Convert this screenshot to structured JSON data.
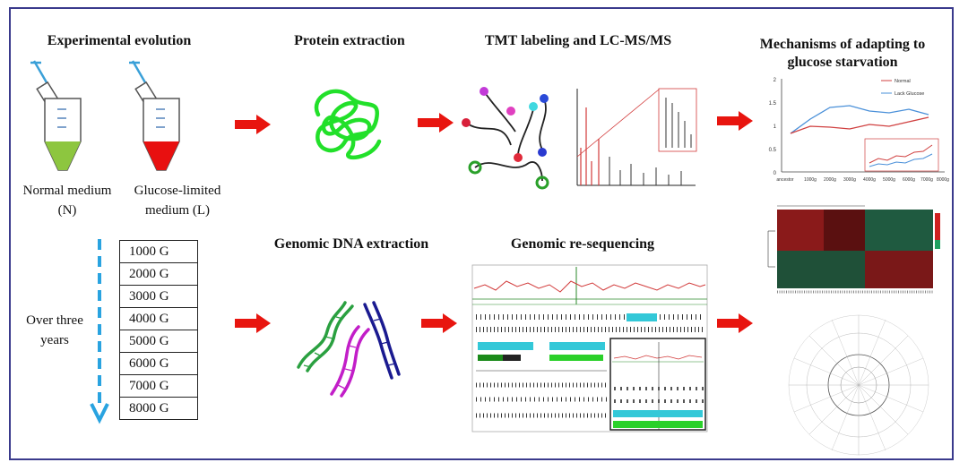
{
  "headings": {
    "evolution": "Experimental evolution",
    "protein": "Protein extraction",
    "tmt": "TMT labeling and LC-MS/MS",
    "mech_line1": "Mechanisms of adapting to",
    "mech_line2": "glucose starvation",
    "dna": "Genomic DNA extraction",
    "reseq": "Genomic re-sequencing"
  },
  "tubes": {
    "normal_line1": "Normal medium",
    "normal_line2": "(N)",
    "glucose_line1": "Glucose-limited",
    "glucose_line2": "medium (L)"
  },
  "timeline": {
    "label_line1": "Over three",
    "label_line2": "years",
    "generations": [
      "1000 G",
      "2000 G",
      "3000 G",
      "4000 G",
      "5000 G",
      "6000 G",
      "7000 G",
      "8000 G"
    ]
  },
  "line_chart": {
    "legend": [
      "Normal",
      "Lack Glucose"
    ],
    "y_ticks": [
      "2",
      "1.5",
      "1",
      "0.5",
      "0"
    ],
    "x_ticks": [
      "ancestor",
      "1000g",
      "2000g",
      "3000g",
      "4000g",
      "5000g",
      "6000g",
      "7000g",
      "8000g"
    ]
  },
  "colors": {
    "arrow": "#e8150f",
    "timeline": "#29a3e0",
    "frame": "#3a3a8c",
    "normal_fill": "#8dc63f",
    "glucose_fill": "#e81010",
    "protein": "#22e02a",
    "normal_series": "#d04040",
    "glucose_series": "#4a90d9"
  },
  "icons": [
    "tube-icon",
    "protein-coil-icon",
    "dna-helix-icon",
    "arrow-right-icon",
    "arrow-down-icon"
  ]
}
